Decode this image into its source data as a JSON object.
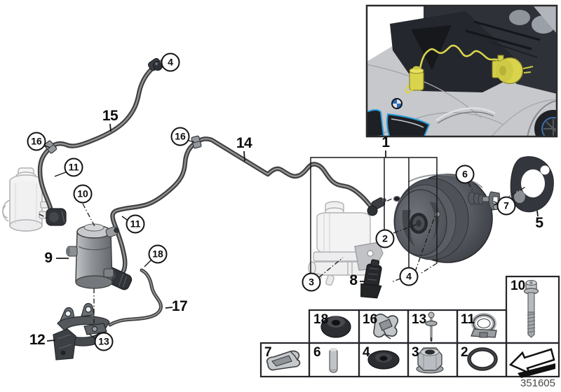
{
  "page": {
    "drawing_number": "351605"
  },
  "callouts": {
    "c4_top": "4",
    "c16_left": "16",
    "c11_left": "11",
    "c10": "10",
    "c11_mid": "11",
    "c16_mid": "16",
    "c2": "2",
    "c3": "3",
    "c4_mid": "4",
    "c6": "6",
    "c7": "7",
    "c18": "18",
    "c13": "13"
  },
  "labels": {
    "l15": "15",
    "l14": "14",
    "l1": "1",
    "l9": "9",
    "l8": "8",
    "l12": "12",
    "l17": "17",
    "l5": "5"
  },
  "legend": {
    "cells": [
      {
        "n": "10",
        "part": "flange-bolt"
      },
      {
        "n": "18",
        "part": "rubber-grommet"
      },
      {
        "n": "16",
        "part": "pipe-clip"
      },
      {
        "n": "13",
        "part": "blind-rivet"
      },
      {
        "n": "11",
        "part": "hose-clamp"
      },
      {
        "n": "7",
        "part": "spring-clip"
      },
      {
        "n": "6",
        "part": "dowel-pin"
      },
      {
        "n": "4",
        "part": "grommet"
      },
      {
        "n": "3",
        "part": "hex-nut"
      },
      {
        "n": "2",
        "part": "o-ring"
      }
    ],
    "arrow_icon": "continue-arrow"
  },
  "inset": {
    "icon": "bmw-roundel-icon"
  },
  "colors": {
    "highlight_yellow": "#d9d44c",
    "accent_blue": "#2f9fd8",
    "line_black": "#191919",
    "booster_gray": "#53575d"
  }
}
